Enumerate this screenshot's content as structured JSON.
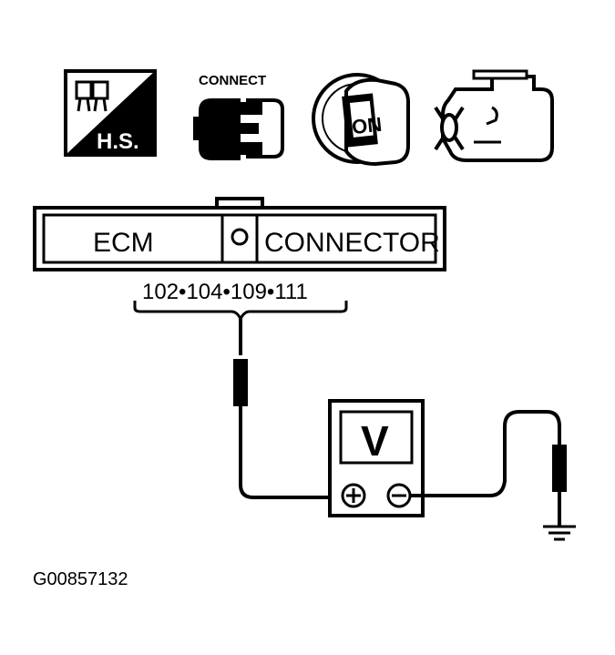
{
  "icons": {
    "hs_label": "H.S.",
    "connect_label": "CONNECT",
    "ignition_label": "ON"
  },
  "connector": {
    "left_label": "ECM",
    "right_label": "CONNECTOR",
    "pins_label": "102•104•109•111"
  },
  "meter": {
    "label": "V",
    "plus_symbol": "+",
    "minus_symbol": "−"
  },
  "figure_id": "G00857132",
  "colors": {
    "ink": "#000000",
    "paper": "#ffffff"
  }
}
